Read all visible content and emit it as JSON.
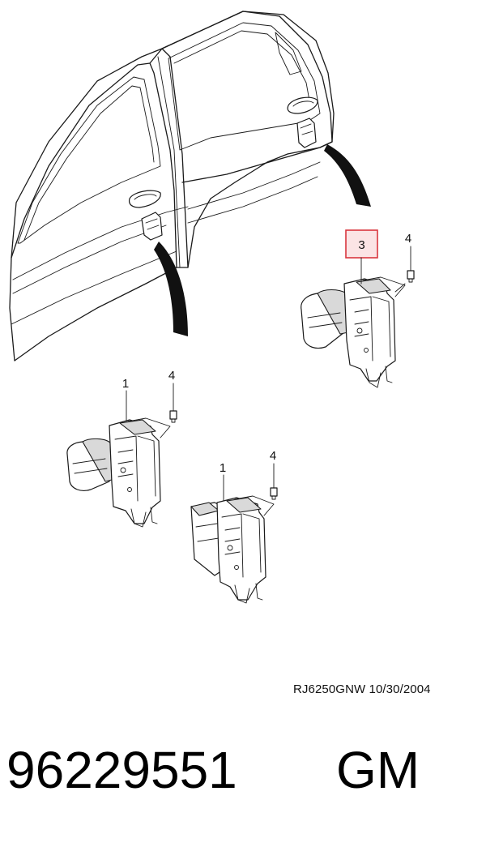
{
  "callouts": {
    "rear_actuator_ref": "3",
    "rear_screw_ref": "4",
    "front_actuator_a_ref": "1",
    "front_screw_a_ref": "4",
    "front_actuator_b_ref": "1",
    "front_screw_b_ref": "4"
  },
  "highlight_color": "#d9363e",
  "highlight_fill": "#fbe4e5",
  "drawing_code": "RJ6250GNW  10/30/2004",
  "part_number": "96229551",
  "brand": "GM"
}
